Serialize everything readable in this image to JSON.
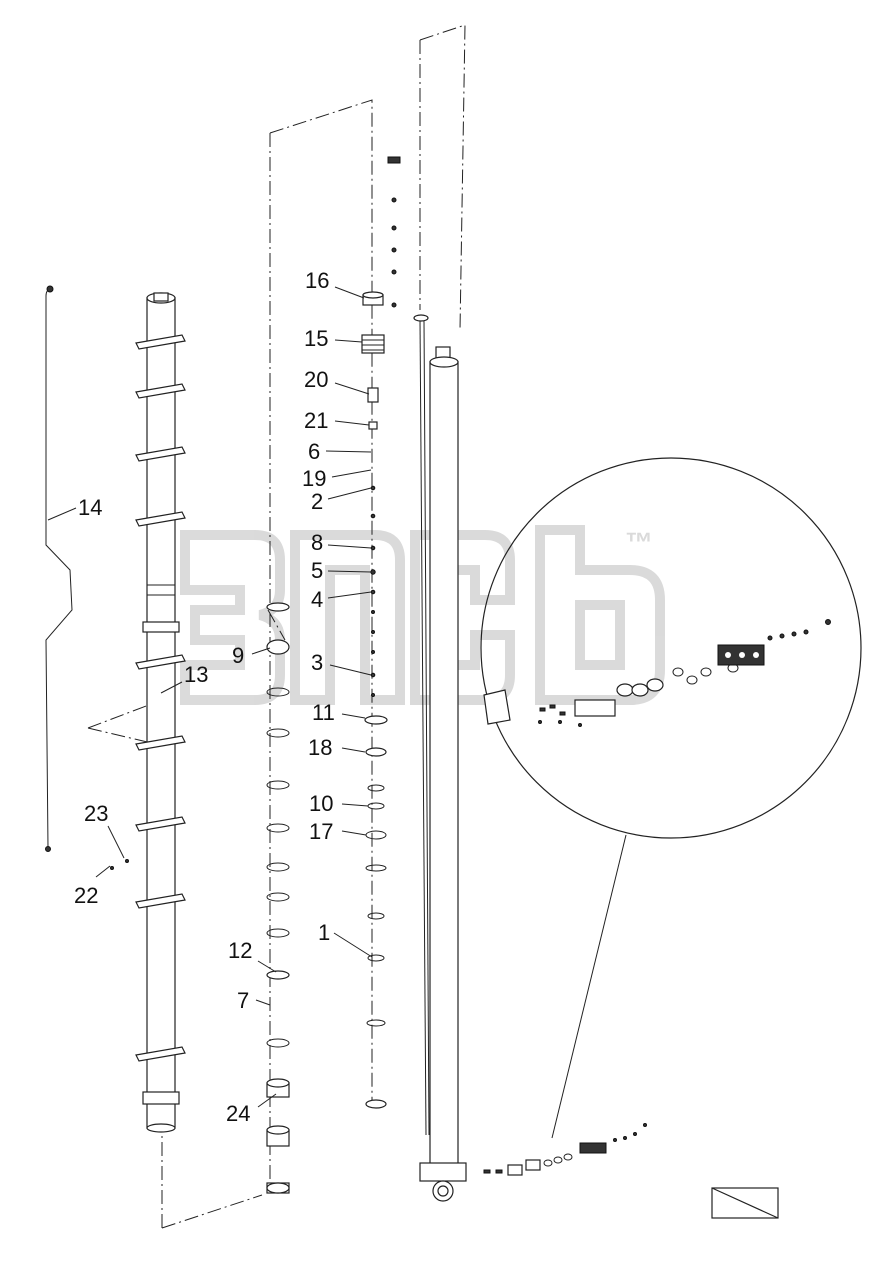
{
  "diagram": {
    "callouts": [
      "16",
      "15",
      "20",
      "21",
      "6",
      "19",
      "2",
      "8",
      "5",
      "4",
      "3",
      "11",
      "18",
      "10",
      "17",
      "1",
      "14",
      "13",
      "9",
      "23",
      "22",
      "12",
      "7",
      "24"
    ],
    "watermark": {
      "mark": "™",
      "color": "#c8c8c8"
    }
  }
}
